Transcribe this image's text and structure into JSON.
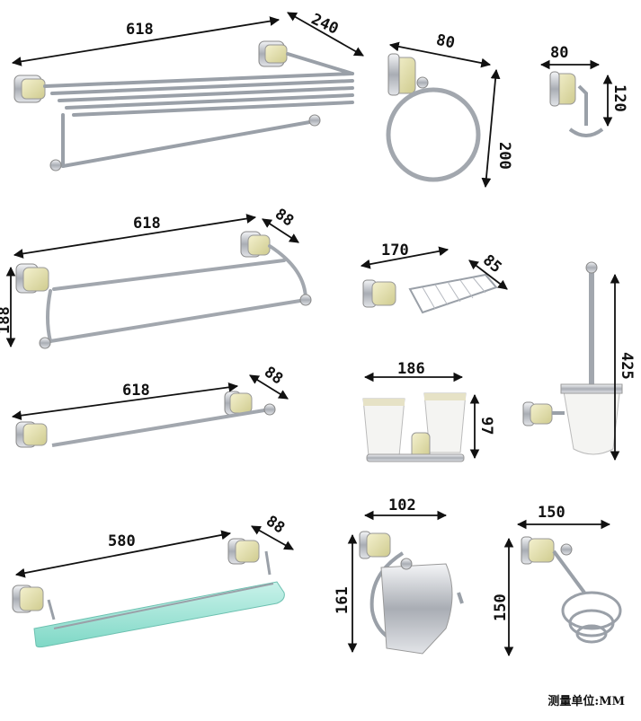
{
  "unit_label": "测量单位:MM",
  "colors": {
    "chrome": "#c9ccd2",
    "jade": "#e6e2b0",
    "glass": "#9fe3d6",
    "ceramic": "#f3f3f0"
  },
  "products": [
    {
      "name": "double-towel-shelf",
      "width": "618",
      "depth": "240"
    },
    {
      "name": "towel-ring",
      "width": "80",
      "height": "200"
    },
    {
      "name": "robe-hook",
      "width": "80",
      "height": "120"
    },
    {
      "name": "double-towel-bar",
      "width": "618",
      "depth": "88",
      "height": "188"
    },
    {
      "name": "soap-dish",
      "width": "170",
      "depth": "85"
    },
    {
      "name": "toilet-brush-holder",
      "height": "425"
    },
    {
      "name": "single-towel-bar",
      "width": "618",
      "depth": "88"
    },
    {
      "name": "double-tumbler-holder",
      "width": "186",
      "height": "97"
    },
    {
      "name": "glass-shelf",
      "width": "580",
      "depth": "88"
    },
    {
      "name": "toilet-paper-holder",
      "width": "102",
      "height": "161"
    },
    {
      "name": "hair-dryer-holder",
      "width": "150",
      "height": "150"
    }
  ]
}
